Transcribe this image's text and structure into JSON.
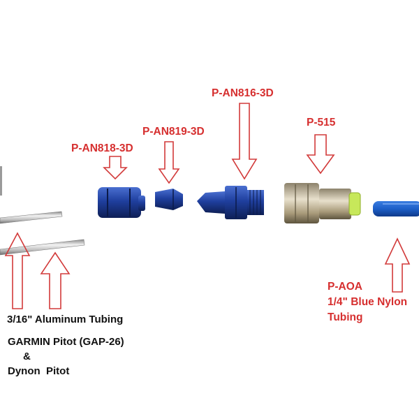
{
  "colors": {
    "label_red": "#d62f2f",
    "arrow_stroke": "#d23a3a",
    "anodized_blue": "#1f3f9e",
    "brass": "#b7a98a",
    "nylon_blue": "#1d5fc8",
    "release_collar": "#c7e85a"
  },
  "parts": [
    {
      "id": "p-an818-3d",
      "label": "P-AN818-3D"
    },
    {
      "id": "p-an819-3d",
      "label": "P-AN819-3D"
    },
    {
      "id": "p-an816-3d",
      "label": "P-AN816-3D"
    },
    {
      "id": "p-515",
      "label": "P-515"
    }
  ],
  "aoa": {
    "line1": "P-AOA",
    "line2": "1/4\" Blue Nylon",
    "line3": "Tubing"
  },
  "tubing_note": {
    "line1": "3/16\" Aluminum Tubing",
    "line2": "GARMIN Pitot (GAP-26)",
    "line3": "&",
    "line4": "Dynon  Pitot"
  }
}
